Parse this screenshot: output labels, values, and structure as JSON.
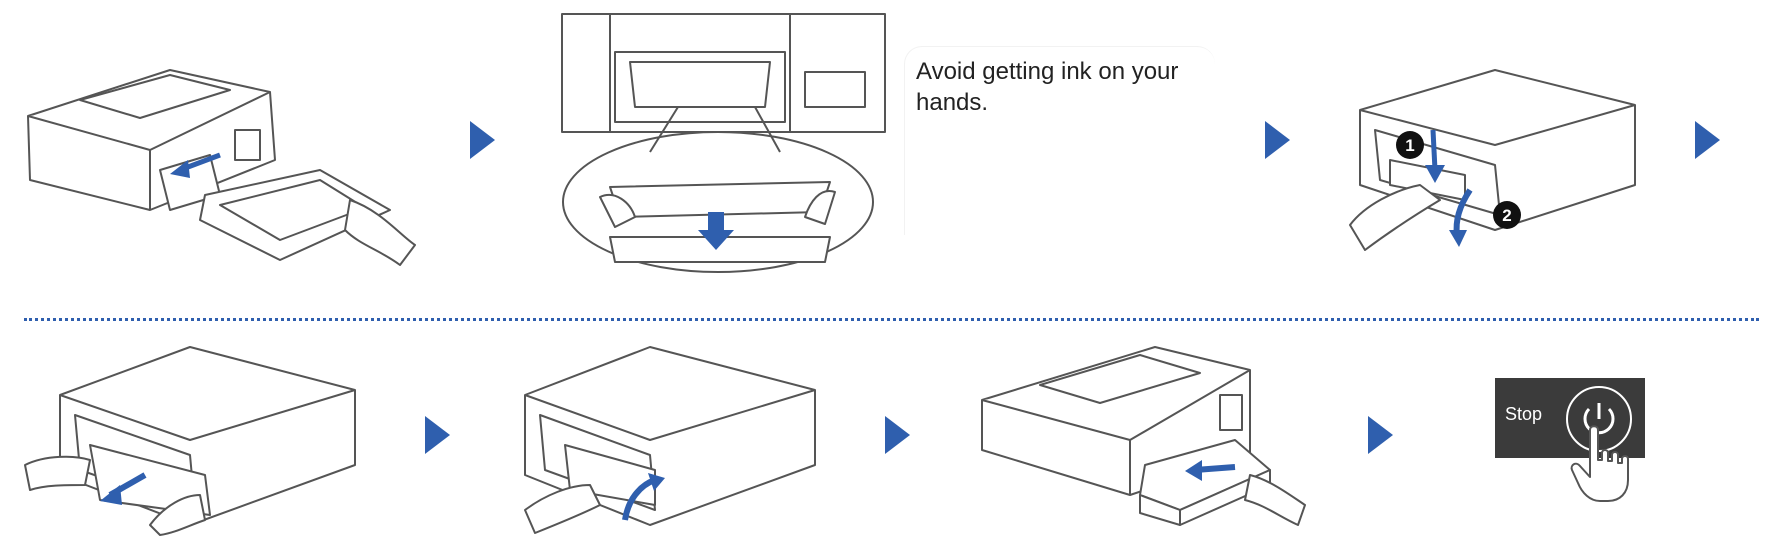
{
  "note": {
    "text": "Avoid getting ink on your hands."
  },
  "stop_button": {
    "label": "Stop"
  },
  "step_markers": {
    "one": "1",
    "two": "2"
  },
  "colors": {
    "accent": "#2f5fae",
    "panel": "#3b3b3b",
    "line": "#555555"
  },
  "icons": [
    "next-step-arrow-icon",
    "power-icon",
    "pointing-hand-icon",
    "down-arrow-icon"
  ]
}
